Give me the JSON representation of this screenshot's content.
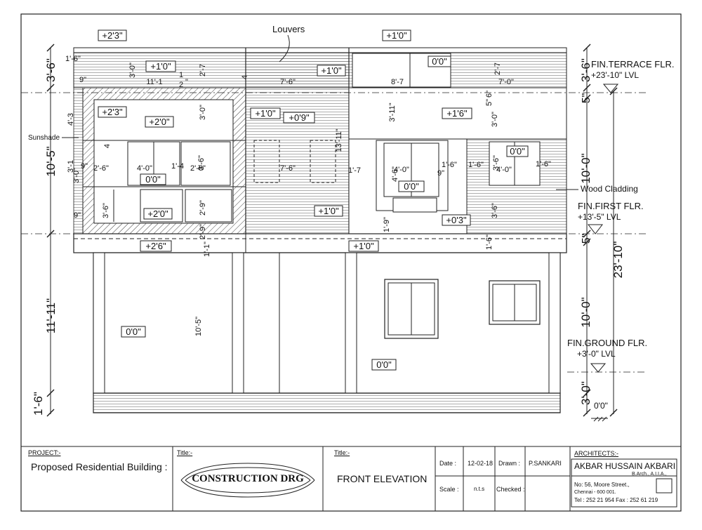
{
  "drawing": {
    "annotations": {
      "louvers": "Louvers",
      "sunshade": "Sunshade",
      "wood_cladding": "Wood Cladding"
    },
    "levels": {
      "terrace_name": "FIN.TERRACE FLR.",
      "terrace_lvl": "+23'-10\" LVL",
      "first_name": "FIN.FIRST FLR.",
      "first_lvl": "+13'-5\" LVL",
      "ground_name": "FIN.GROUND FLR.",
      "ground_lvl": "+3'-0\" LVL",
      "base": "0'0\""
    },
    "left_dims": [
      "3'-6\"",
      "10'-5\"",
      "11'-11\"",
      "1'-6\""
    ],
    "right_dims": [
      "3'-6\"",
      "5\"",
      "10'-0\"",
      "5\"",
      "10'-0\"",
      "3'-0\"",
      "23'-10\""
    ],
    "level_tags": {
      "t1": "+2'3\"",
      "t2": "+1'0\"",
      "t3": "+1'0\"",
      "t4": "+1'0\"",
      "t5": "0'0\"",
      "t6": "+2'3\"",
      "t7": "+2'0\"",
      "t8": "+1'0\"",
      "t9": "+0'9\"",
      "t10": "+1'6\"",
      "t11": "0'0\"",
      "t12": "0'0\"",
      "t13": "0'0\"",
      "t14": "+2'0\"",
      "t15": "+1'0\"",
      "t16": "+0'3\"",
      "t17": "+2'6\"",
      "t18": "+1'0\"",
      "t19": "0'0\"",
      "t20": "0'0\""
    },
    "small_dims": {
      "d1": "1'-6\"",
      "d2": "9\"",
      "d3": "11'-1",
      "d4": "1",
      "d5": "2",
      "d6": "\"",
      "d7": "3'-0\"",
      "d8": "2'-7",
      "d9": "4",
      "d10": "7'-6\"",
      "d11": "8'-7",
      "d12": "7'-0\"",
      "d13": "2'-7",
      "d14": "3'-11\"",
      "d15": "3'-0\"",
      "d16": "2'-6\"",
      "d17": "4'-0\"",
      "d18": "1'-4",
      "d19": "2'-6\"",
      "d20": "9\"",
      "d21": "7'-6\"",
      "d22": "1'-7",
      "d23": "4'-0\"",
      "d24": "1'-6\"",
      "d25": "4'-0\"",
      "d26": "1'-6\"",
      "d27": "3'-6\"",
      "d28": "9\"",
      "d29": "2'-9\"",
      "d30": "1'-9\"",
      "d31": "3'-6\"",
      "d32": "10'-5\"",
      "d33": "1'-6\"",
      "d34": "13'-11\"",
      "d35": "3'-6\"",
      "d36": "3'-6\"",
      "d37": "4'-6\"",
      "d38": "9\"",
      "d39": "3'-0\"",
      "d40": "1'-6\"",
      "d41": "2'-9\"",
      "d42": "1'-1\"",
      "d43": "3'-0\"",
      "d44": "4'-3",
      "d45": "3'-1",
      "d46": "4",
      "d47": "6\"",
      "d48": "5\""
    }
  },
  "title_block": {
    "project_label": "PROJECT:-",
    "project_value": "Proposed Residential Building :",
    "title_label_1": "Title:-",
    "title_value_1": "CONSTRUCTION DRG",
    "title_label_2": "Title:-",
    "title_value_2": "FRONT ELEVATION",
    "date_label": "Date :",
    "date_value": "12-02-18",
    "drawn_label": "Drawn :",
    "drawn_value": "P.SANKARI",
    "scale_label": "Scale :",
    "scale_value": "n.t.s",
    "checked_label": "Checked :",
    "checked_value": "",
    "architects_label": "ARCHITECTS:-",
    "architect_name": "AKBAR HUSSAIN AKBARI",
    "architect_qual": "B.Arch., A.I.I.A.,",
    "address_1": "No: 56, Moore Street.,",
    "address_2": "Chennai - 600 001.",
    "address_3": "Tel   : 252 21 954 Fax : 252 61 219"
  }
}
